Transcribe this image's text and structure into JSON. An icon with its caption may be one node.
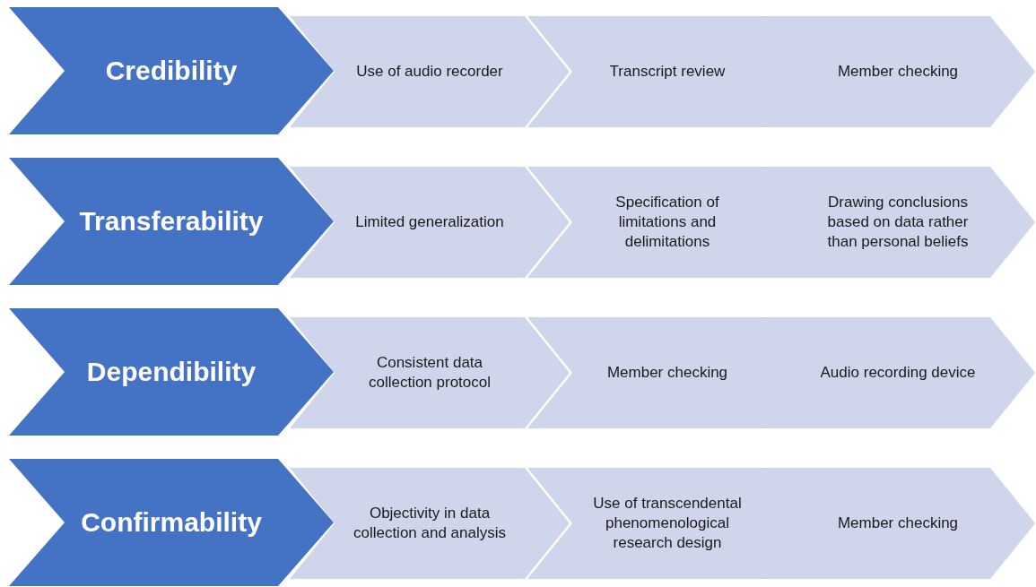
{
  "diagram": {
    "nodes": [
      {
        "text": [
          "Credibility"
        ]
      },
      {
        "text": [
          "Use of audio recorder"
        ]
      },
      {
        "text": [
          "Transcript review"
        ]
      },
      {
        "text": [
          "Member checking"
        ]
      },
      {
        "text": [
          "Transferability"
        ]
      },
      {
        "text": [
          "Limited generalization"
        ]
      },
      {
        "text": [
          "Specification of limitations and delimitations"
        ]
      },
      {
        "text": [
          "Drawing conclusions based on data rather than personal beliefs"
        ]
      },
      {
        "text": [
          "Dependibility"
        ]
      },
      {
        "text": [
          "Consistent data collection protocol"
        ]
      },
      {
        "text": [
          "Member checking"
        ]
      },
      {
        "text": [
          "Audio recording device"
        ]
      },
      {
        "text": [
          "Confirmability"
        ]
      },
      {
        "text": [
          "Objectivity in data collection and analysis"
        ]
      },
      {
        "text": [
          "Use of transcendental phenomenological research design"
        ]
      },
      {
        "text": [
          "Member checking"
        ]
      }
    ]
  }
}
